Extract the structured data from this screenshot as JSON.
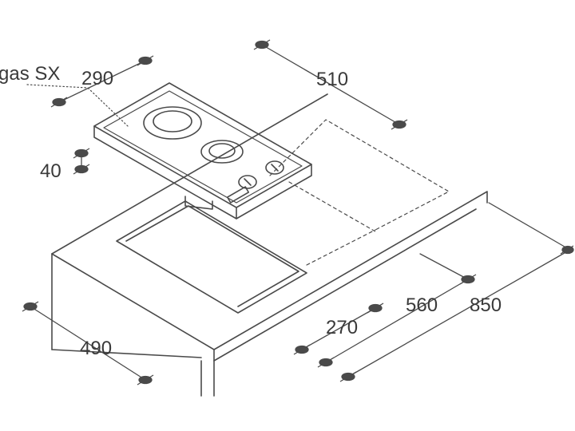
{
  "colors": {
    "line": "#4a4a4a",
    "marker": "#4a4a4a",
    "background": "#ffffff",
    "text": "#3a3a3a"
  },
  "labels": {
    "product": "gas SX",
    "hob_width": "290",
    "hob_depth": "510",
    "hob_height": "40",
    "cabinet_depth": "490",
    "cutout_width": "270",
    "cutout_depth": "560",
    "worktop_depth": "850"
  }
}
